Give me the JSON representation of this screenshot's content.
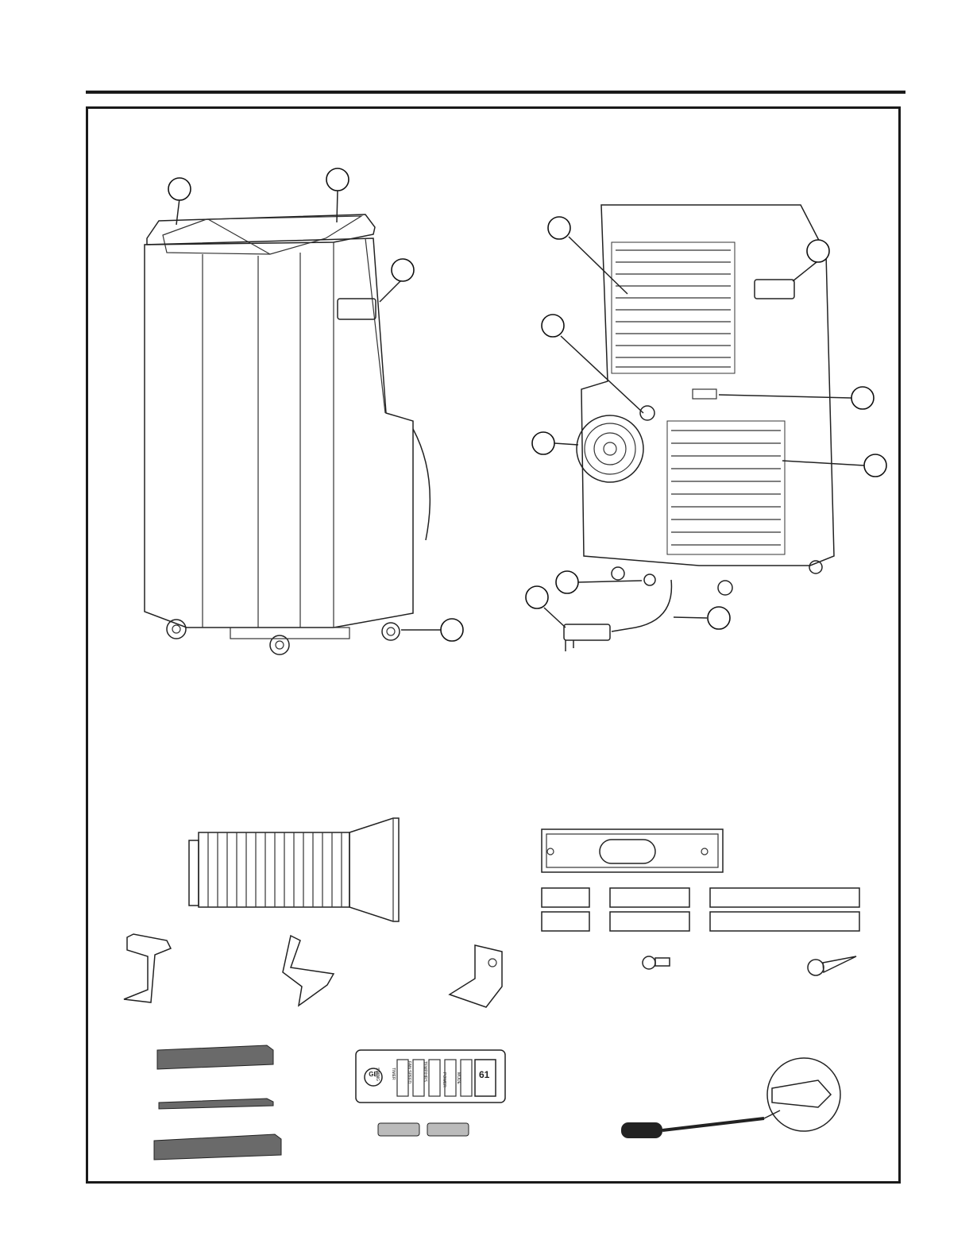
{
  "remote": {
    "buttons": [
      "POWER",
      "MODE",
      "TEMP/HRS",
      "FAN SPEED",
      "TIMER",
      "SWING"
    ],
    "display": "61",
    "logo": "GE"
  },
  "colors": {
    "ink": "#1a1a1a",
    "paper": "#ffffff",
    "foam": "#6a6a6a",
    "metal": "#d8d8d8"
  }
}
